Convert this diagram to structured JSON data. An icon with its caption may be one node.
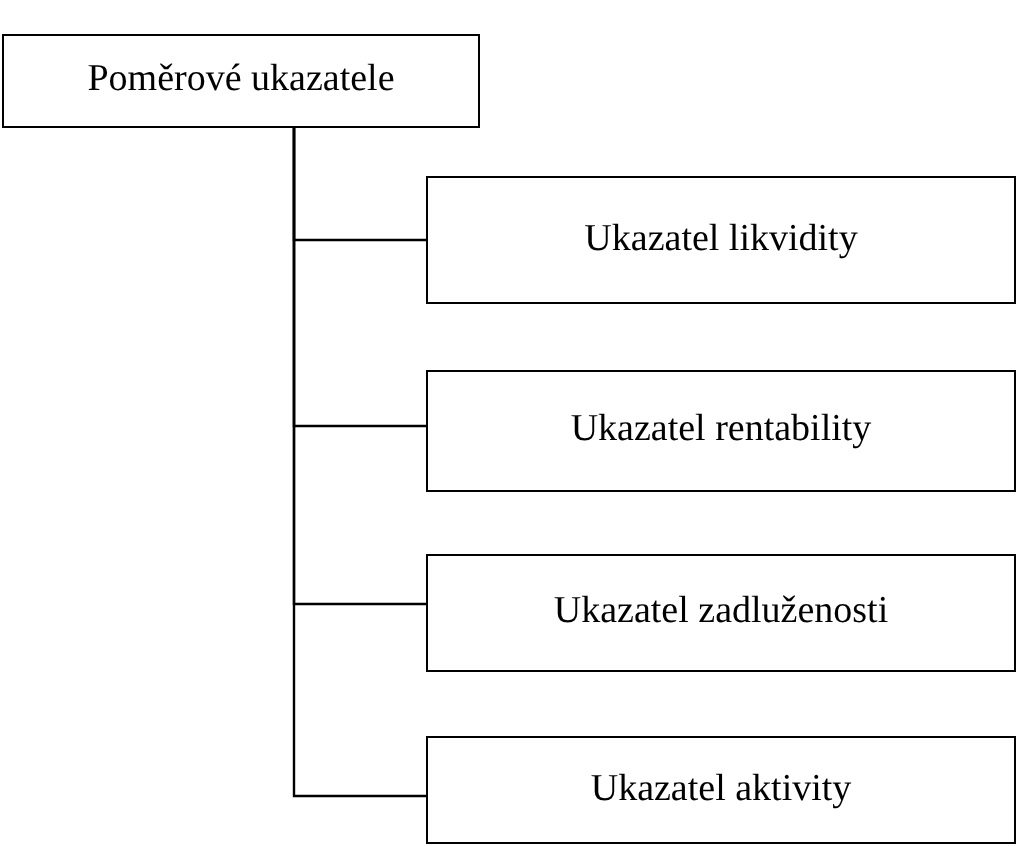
{
  "diagram": {
    "nodes": [
      {
        "text": [
          "Poměrové ukazatele"
        ]
      },
      {
        "text": [
          "Ukazatel likvidity"
        ]
      },
      {
        "text": [
          "Ukazatel rentability"
        ]
      },
      {
        "text": [
          "Ukazatel zadluženosti"
        ]
      },
      {
        "text": [
          "Ukazatel aktivity"
        ]
      }
    ],
    "edges": [
      {
        "from": 0,
        "to": 1,
        "arrow": "none"
      },
      {
        "from": 0,
        "to": 2,
        "arrow": "none"
      },
      {
        "from": 0,
        "to": 3,
        "arrow": "none"
      },
      {
        "from": 0,
        "to": 4,
        "arrow": "none"
      }
    ]
  }
}
